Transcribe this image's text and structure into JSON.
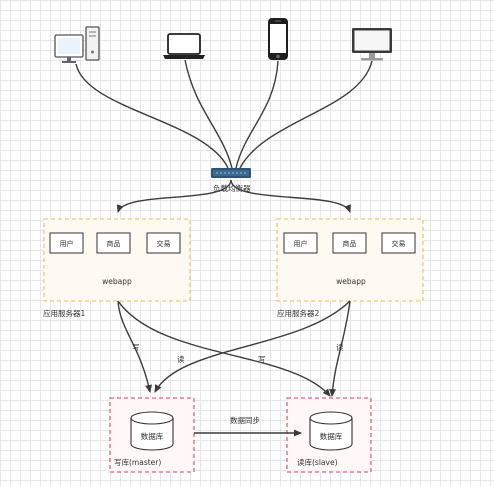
{
  "load_balancer": {
    "label": "负载均衡器"
  },
  "servers": [
    {
      "modules": [
        "用户",
        "商品",
        "交易"
      ],
      "app_label": "webapp",
      "caption": "应用服务器1"
    },
    {
      "modules": [
        "用户",
        "商品",
        "交易"
      ],
      "app_label": "webapp",
      "caption": "应用服务器2"
    }
  ],
  "databases": {
    "master": {
      "cylinder_label": "数据库",
      "caption": "写库(master)"
    },
    "slave": {
      "cylinder_label": "数据库",
      "caption": "读库(slave)"
    },
    "sync_label": "数据同步"
  },
  "edge_labels": {
    "write": "写",
    "read": "读"
  },
  "colors": {
    "server_border": "#f5c27a",
    "server_fill": "#fffaf1",
    "db_border": "#e0607a",
    "db_fill": "#fff7f8",
    "line": "#3c3c3c"
  },
  "icons": [
    "desktop-pc-icon",
    "laptop-icon",
    "smartphone-icon",
    "monitor-icon",
    "network-switch-icon"
  ]
}
